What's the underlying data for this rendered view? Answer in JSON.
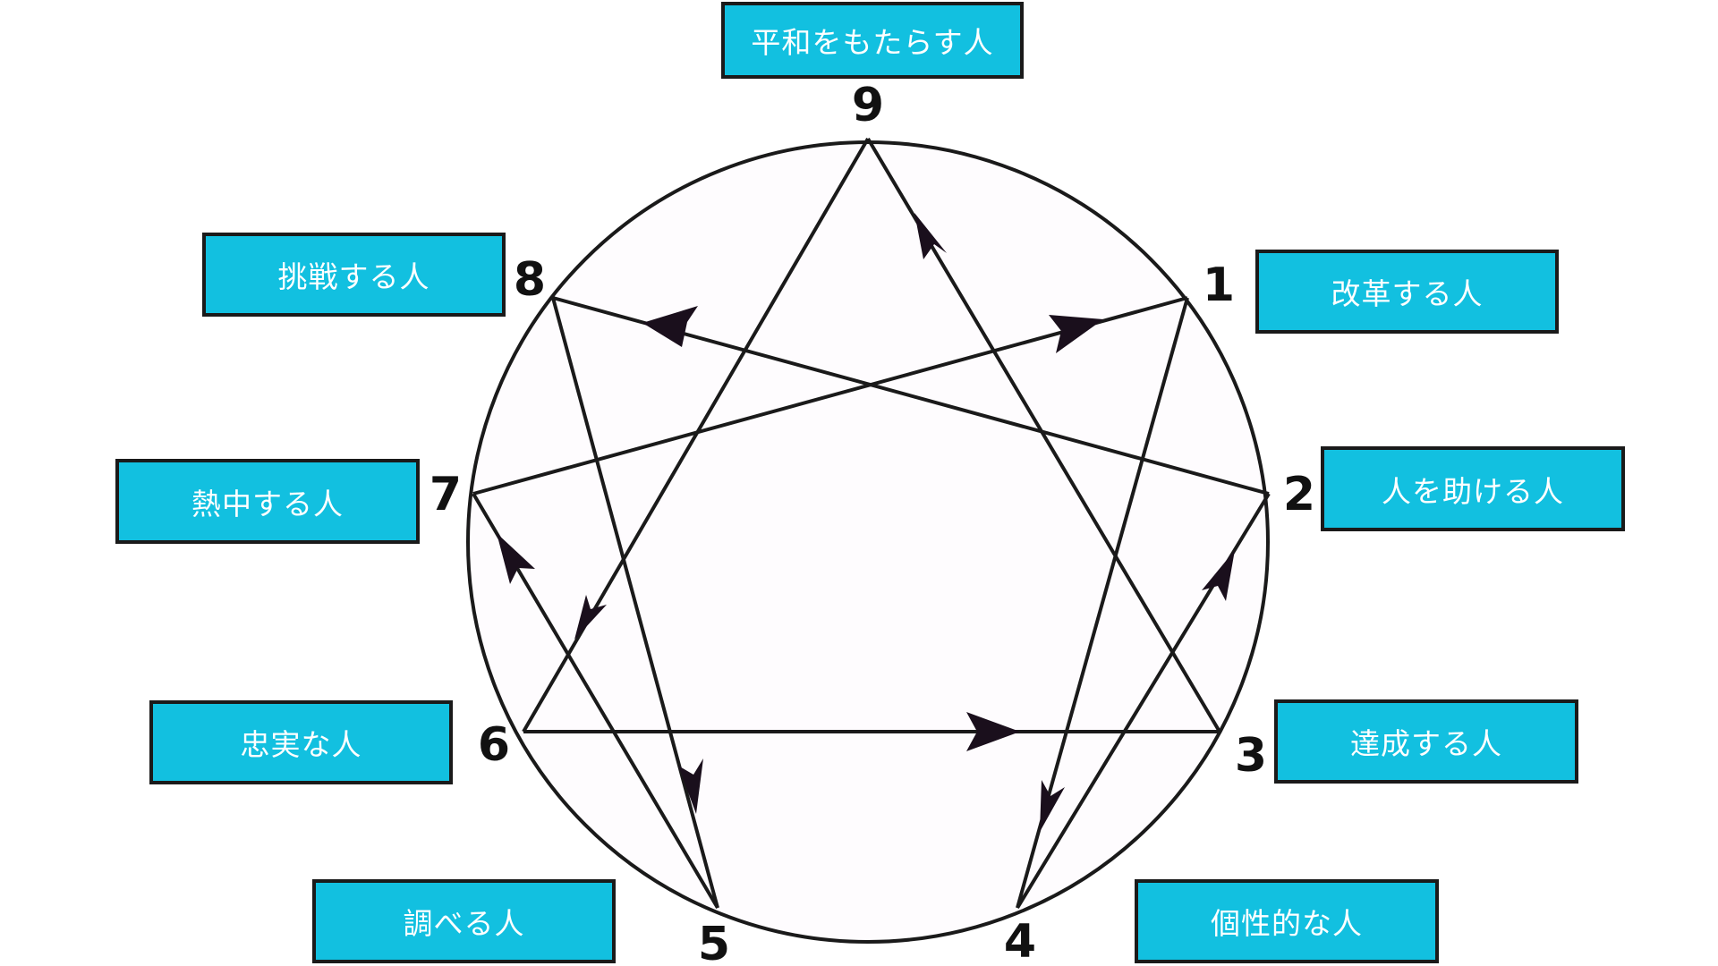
{
  "diagram": {
    "colors": {
      "line": "#1a1a1a",
      "arrow": "#1a0f1c",
      "circle_fill": "#fefcfe",
      "box_fill": "#12c0e0",
      "box_text": "#ffffff"
    },
    "points": {
      "p1": {
        "number": "1",
        "label": "改革する人"
      },
      "p2": {
        "number": "2",
        "label": "人を助ける人"
      },
      "p3": {
        "number": "3",
        "label": "達成する人"
      },
      "p4": {
        "number": "4",
        "label": "個性的な人"
      },
      "p5": {
        "number": "5",
        "label": "調べる人"
      },
      "p6": {
        "number": "6",
        "label": "忠実な人"
      },
      "p7": {
        "number": "7",
        "label": "熱中する人"
      },
      "p8": {
        "number": "8",
        "label": "挑戦する人"
      },
      "p9": {
        "number": "9",
        "label": "平和をもたらす人"
      }
    }
  }
}
